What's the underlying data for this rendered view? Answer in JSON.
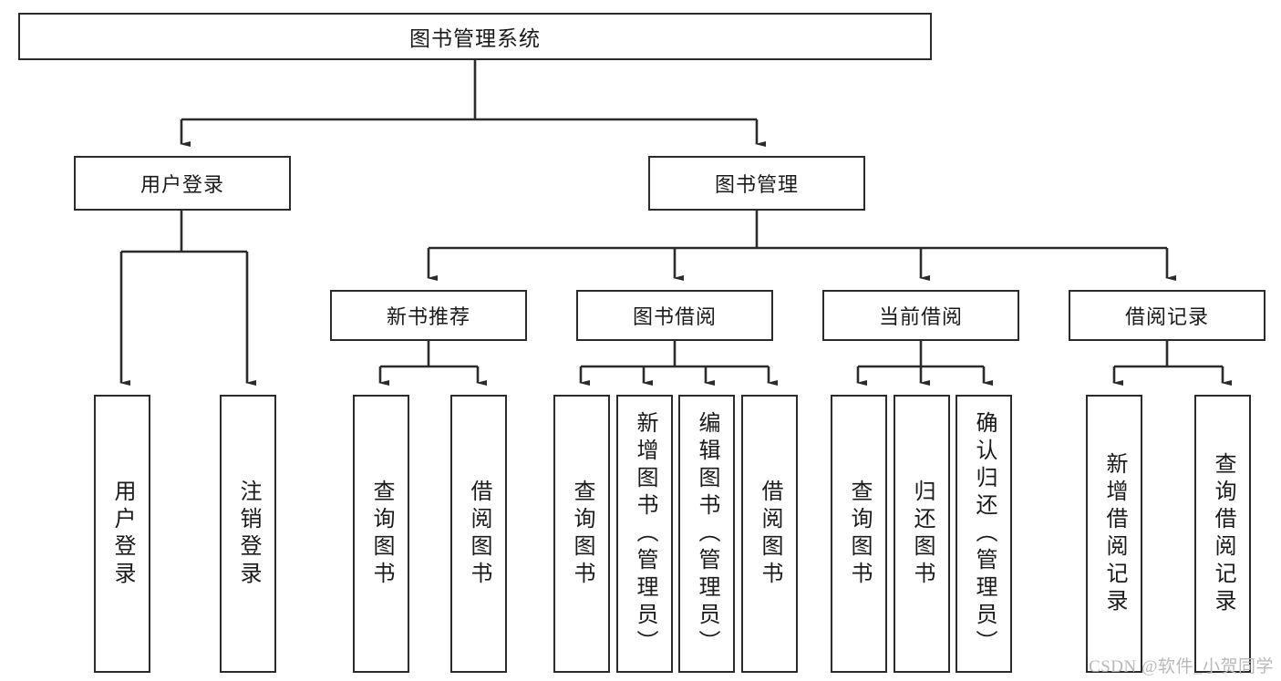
{
  "diagram": {
    "type": "tree",
    "title": "图书管理系统",
    "watermark": "CSDN @软件_小贺同学",
    "colors": {
      "stroke": "#2b2b2b",
      "fill": "#ffffff",
      "text": "#1a1a1a",
      "watermark": "#b9b9b9"
    },
    "levels": {
      "root": {
        "label": "图书管理系统"
      },
      "level2": [
        {
          "label": "用户登录"
        },
        {
          "label": "图书管理"
        }
      ],
      "level3": [
        {
          "label": "新书推荐"
        },
        {
          "label": "图书借阅"
        },
        {
          "label": "当前借阅"
        },
        {
          "label": "借阅记录"
        }
      ],
      "leaves_user_login": [
        {
          "label": "用户登录"
        },
        {
          "label": "注销登录"
        }
      ],
      "leaves_new_book": [
        {
          "label": "查询图书"
        },
        {
          "label": "借阅图书"
        }
      ],
      "leaves_borrow": [
        {
          "label": "查询图书"
        },
        {
          "label": "新增图书（管理员）"
        },
        {
          "label": "编辑图书（管理员）"
        },
        {
          "label": "借阅图书"
        }
      ],
      "leaves_current": [
        {
          "label": "查询图书"
        },
        {
          "label": "归还图书"
        },
        {
          "label": "确认归还（管理员）"
        }
      ],
      "leaves_records": [
        {
          "label": "新增借阅记录"
        },
        {
          "label": "查询借阅记录"
        }
      ]
    }
  }
}
